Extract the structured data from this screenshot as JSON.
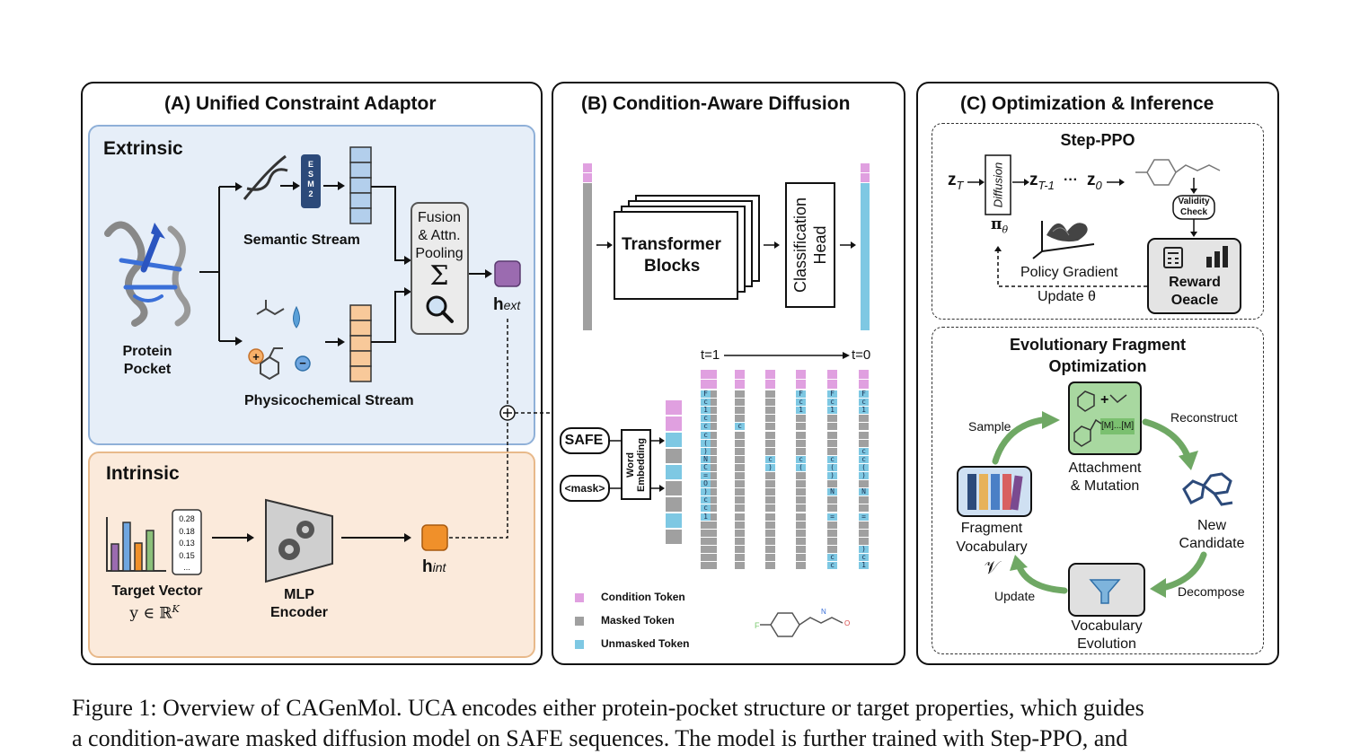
{
  "panels": {
    "a": {
      "title": "(A) Unified Constraint Adaptor",
      "extrinsic_label": "Extrinsic",
      "intrinsic_label": "Intrinsic",
      "protein_label_1": "Protein",
      "protein_label_2": "Pocket",
      "esm_letters": [
        "E",
        "S",
        "M",
        "2"
      ],
      "semantic_stream": "Semantic Stream",
      "physchem_stream": "Physicochemical Stream",
      "fusion_label_1": "Fusion",
      "fusion_label_2": "& Attn.",
      "fusion_label_3": "Pooling",
      "fusion_symbol": "Σ",
      "h_ext_main": "h",
      "h_ext_sub": "ext",
      "target_values": [
        "0.28",
        "0.18",
        "0.13",
        "0.15",
        "..."
      ],
      "target_label": "Target Vector",
      "target_formula": "y ∈ ℝ",
      "target_formula_sup": "K",
      "mlp_label_1": "MLP",
      "mlp_label_2": "Encoder",
      "h_int_main": "h",
      "h_int_sub": "int",
      "plus_symbol": "+"
    },
    "b": {
      "title": "(B) Condition-Aware Diffusion",
      "transformer_1": "Transformer",
      "transformer_2": "Blocks",
      "head_1": "Classification",
      "head_2": "Head",
      "t1": "t=1",
      "t0": "t=0",
      "safe": "SAFE",
      "mask": "<mask>",
      "word_1": "Word",
      "word_2": "Embedding",
      "legend": [
        "Condition Token",
        "Masked Token",
        "Unmasked Token"
      ],
      "columns": [
        [],
        [
          "",
          "",
          "",
          "",
          "c",
          "",
          "",
          "",
          "",
          "",
          "",
          "",
          "",
          "",
          "",
          "",
          "",
          "",
          "",
          "",
          "",
          ""
        ],
        [
          "",
          "",
          "",
          "",
          "",
          "",
          "",
          "",
          "c",
          ")",
          "",
          "",
          "",
          "",
          "",
          "",
          "",
          "",
          "",
          "",
          "",
          ""
        ],
        [
          "F",
          "c",
          "1",
          "",
          "",
          "",
          "",
          "",
          "c",
          "(",
          "",
          "",
          "",
          "",
          "",
          "",
          "",
          "",
          "",
          "",
          "",
          ""
        ],
        [
          "F",
          "c",
          "1",
          "",
          "",
          "",
          "",
          "",
          "c",
          "(",
          ")",
          "",
          "N",
          "",
          "",
          "=",
          "",
          "",
          "",
          "",
          "c",
          "c"
        ],
        [
          "F",
          "c",
          "1",
          "",
          "",
          "",
          "",
          "c",
          "c",
          "(",
          ")",
          "",
          "N",
          "",
          "",
          "=",
          "",
          "",
          "",
          ")",
          "c",
          "1"
        ],
        [
          "F",
          "c",
          "1",
          "c",
          "c",
          "c",
          "(",
          ")",
          "N",
          "C",
          "=",
          "O",
          ")",
          "c",
          "c",
          "1"
        ]
      ]
    },
    "c": {
      "title": "(C) Optimization & Inference",
      "step_ppo": "Step-PPO",
      "z_t_main": "z",
      "z_t_sub": "T",
      "diffusion": "Diffusion",
      "z_t1_main": "z",
      "z_t1_sub": "T-1",
      "dots": "···",
      "z_0_main": "z",
      "z_0_sub": "0",
      "pi_main": "π",
      "pi_sub": "θ",
      "validity_1": "Validity",
      "validity_2": "Check",
      "policy_gradient": "Policy Gradient",
      "update_theta": "Update θ",
      "reward_1": "Reward",
      "reward_2": "Oeacle",
      "efo_1": "Evolutionary Fragment",
      "efo_2": "Optimization",
      "sample": "Sample",
      "reconstruct": "Reconstruct",
      "attachment_1": "Attachment",
      "attachment_2": "& Mutation",
      "mutation_tag": "[M]...[M]",
      "fragment_1": "Fragment",
      "fragment_2": "Vocabulary",
      "vocab_symbol": "𝒱",
      "new_1": "New",
      "new_2": "Candidate",
      "update": "Update",
      "decompose": "Decompose",
      "vocab_evo_1": "Vocabulary",
      "vocab_evo_2": "Evolution"
    }
  },
  "caption": {
    "line1": "Figure 1: Overview of CAGenMol. UCA encodes either protein-pocket structure or target properties, which guides",
    "line2": "a condition-aware masked diffusion model on SAFE sequences. The model is further trained with Step-PPO, and"
  },
  "colors": {
    "condition": "#e0a0e0",
    "masked": "#a0a0a0",
    "unmasked": "#7ec8e3",
    "extrinsic_bg": "#e6eef8",
    "intrinsic_bg": "#fbeadb",
    "h_ext": "#9b6bb0",
    "h_int": "#f0902a"
  }
}
